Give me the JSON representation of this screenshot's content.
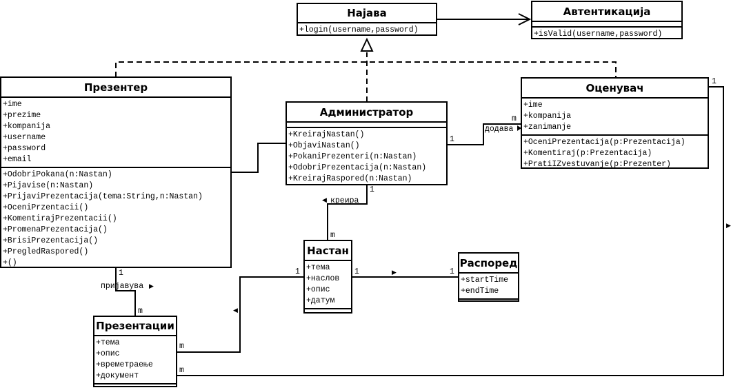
{
  "diagram": {
    "type": "UML class diagram",
    "classes": {
      "najava": {
        "name": "Најава",
        "attributes": [],
        "methods": [
          "+login(username,password)"
        ]
      },
      "avtentikacija": {
        "name": "Автентикација",
        "attributes": [],
        "methods": [
          "+isValid(username,password)"
        ]
      },
      "prezenter": {
        "name": "Презентер",
        "attributes": [
          "+ime",
          "+prezime",
          "+kompanija",
          "+username",
          "+password",
          "+email"
        ],
        "methods": [
          "+OdobriPokana(n:Nastan)",
          "+Pijavise(n:Nastan)",
          "+PrijaviPrezentacija(tema:String,n:Nastan)",
          "+OceniPrzentacii()",
          "+KomentirajPrezentacii()",
          "+PromenaPrezentacija()",
          "+BrisiPrezentacija()",
          "+PregledRaspored()",
          "+()"
        ]
      },
      "administrator": {
        "name": "Администратор",
        "attributes": [],
        "methods": [
          "+KreirajNastan()",
          "+ObjaviNastan()",
          "+PokaniPrezenteri(n:Nastan)",
          "+OdobriPrezentacija(n:Nastan)",
          "+KreirajRaspored(n:Nastan)"
        ]
      },
      "ocenuvac": {
        "name": "Оценувач",
        "attributes": [
          "+ime",
          "+kompanija",
          "+zanimanje"
        ],
        "methods": [
          "+OceniPrezentacija(p:Prezentacija)",
          "+Komentiraj(p:Prezentacija)",
          "+PratiIZvestuvanje(p:Prezenter)"
        ]
      },
      "nastan": {
        "name": "Настан",
        "attributes": [
          "+тема",
          "+наслов",
          "+опис",
          "+датум"
        ],
        "methods": []
      },
      "raspored": {
        "name": "Распоред",
        "attributes": [
          "+startTime",
          "+endTime"
        ],
        "methods": []
      },
      "prezentacii": {
        "name": "Презентации",
        "attributes": [
          "+тема",
          "+опис",
          "+времетраење",
          "+документ"
        ],
        "methods": []
      }
    },
    "labels": {
      "dodava": "додава",
      "dodava_mult_m": "m",
      "dodava_mult_1": "1",
      "kreira": "креира",
      "kreira_mult_1": "1",
      "kreira_mult_m": "m",
      "prijavuva": "пријавува",
      "prijavuva_mult_1": "1",
      "prijavuva_mult_m": "m",
      "nastan_prez_1": "1",
      "prez_nastan_m": "m",
      "nastan_rasp_1a": "1",
      "nastan_rasp_1b": "1",
      "ocen_prez_1": "1",
      "ocen_prez_m": "m",
      "arrow_right": "▶",
      "arrow_left": "◀"
    },
    "relations": [
      {
        "from": "Најава",
        "to": "Автентикација",
        "kind": "dependency"
      },
      {
        "from": "Презентер",
        "to": "Најава",
        "kind": "realization"
      },
      {
        "from": "Администратор",
        "to": "Најава",
        "kind": "realization"
      },
      {
        "from": "Оценувач",
        "to": "Најава",
        "kind": "realization"
      },
      {
        "from": "Администратор",
        "to": "Оценувач",
        "kind": "association",
        "label": "додава",
        "mult": [
          "1",
          "m"
        ]
      },
      {
        "from": "Администратор",
        "to": "Настан",
        "kind": "association",
        "label": "креира",
        "mult": [
          "1",
          "m"
        ]
      },
      {
        "from": "Презентер",
        "to": "Презентации",
        "kind": "association",
        "label": "пријавува",
        "mult": [
          "1",
          "m"
        ]
      },
      {
        "from": "Презентер",
        "to": "Администратор",
        "kind": "association"
      },
      {
        "from": "Настан",
        "to": "Распоред",
        "kind": "association",
        "mult": [
          "1",
          "1"
        ]
      },
      {
        "from": "Презентации",
        "to": "Настан",
        "kind": "association",
        "mult": [
          "m",
          "1"
        ]
      },
      {
        "from": "Оценувач",
        "to": "Презентации",
        "kind": "association",
        "mult": [
          "1",
          "m"
        ]
      }
    ]
  }
}
